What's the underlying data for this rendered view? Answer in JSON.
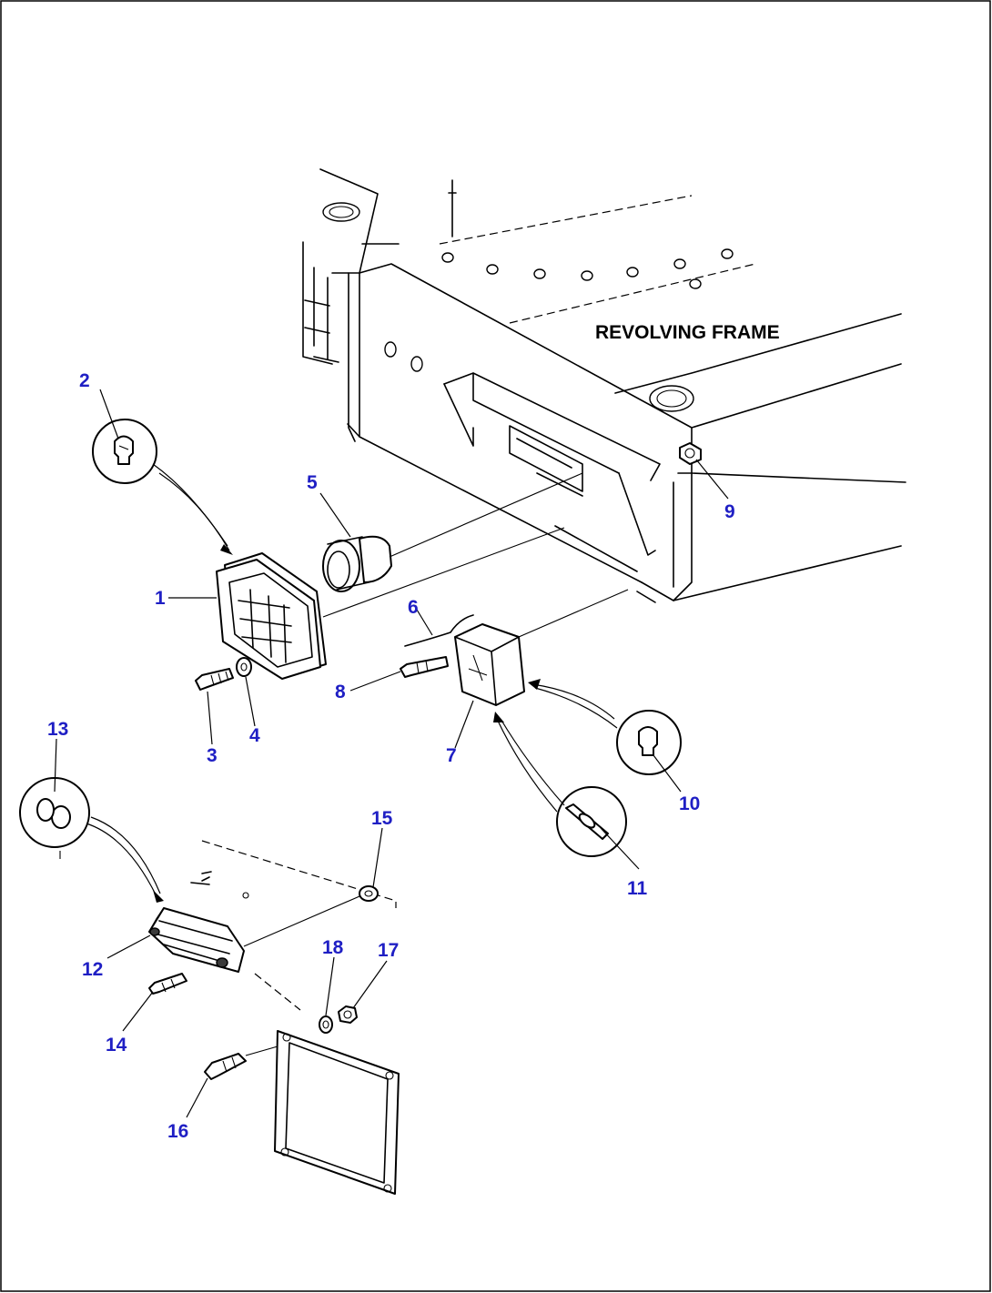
{
  "diagram": {
    "frame_label": "REVOLVING FRAME",
    "callouts": {
      "c1": "1",
      "c2": "2",
      "c3": "3",
      "c4": "4",
      "c5": "5",
      "c6": "6",
      "c7": "7",
      "c8": "8",
      "c9": "9",
      "c10": "10",
      "c11": "11",
      "c12": "12",
      "c13": "13",
      "c14": "14",
      "c15": "15",
      "c16": "16",
      "c17": "17",
      "c18": "18"
    }
  }
}
